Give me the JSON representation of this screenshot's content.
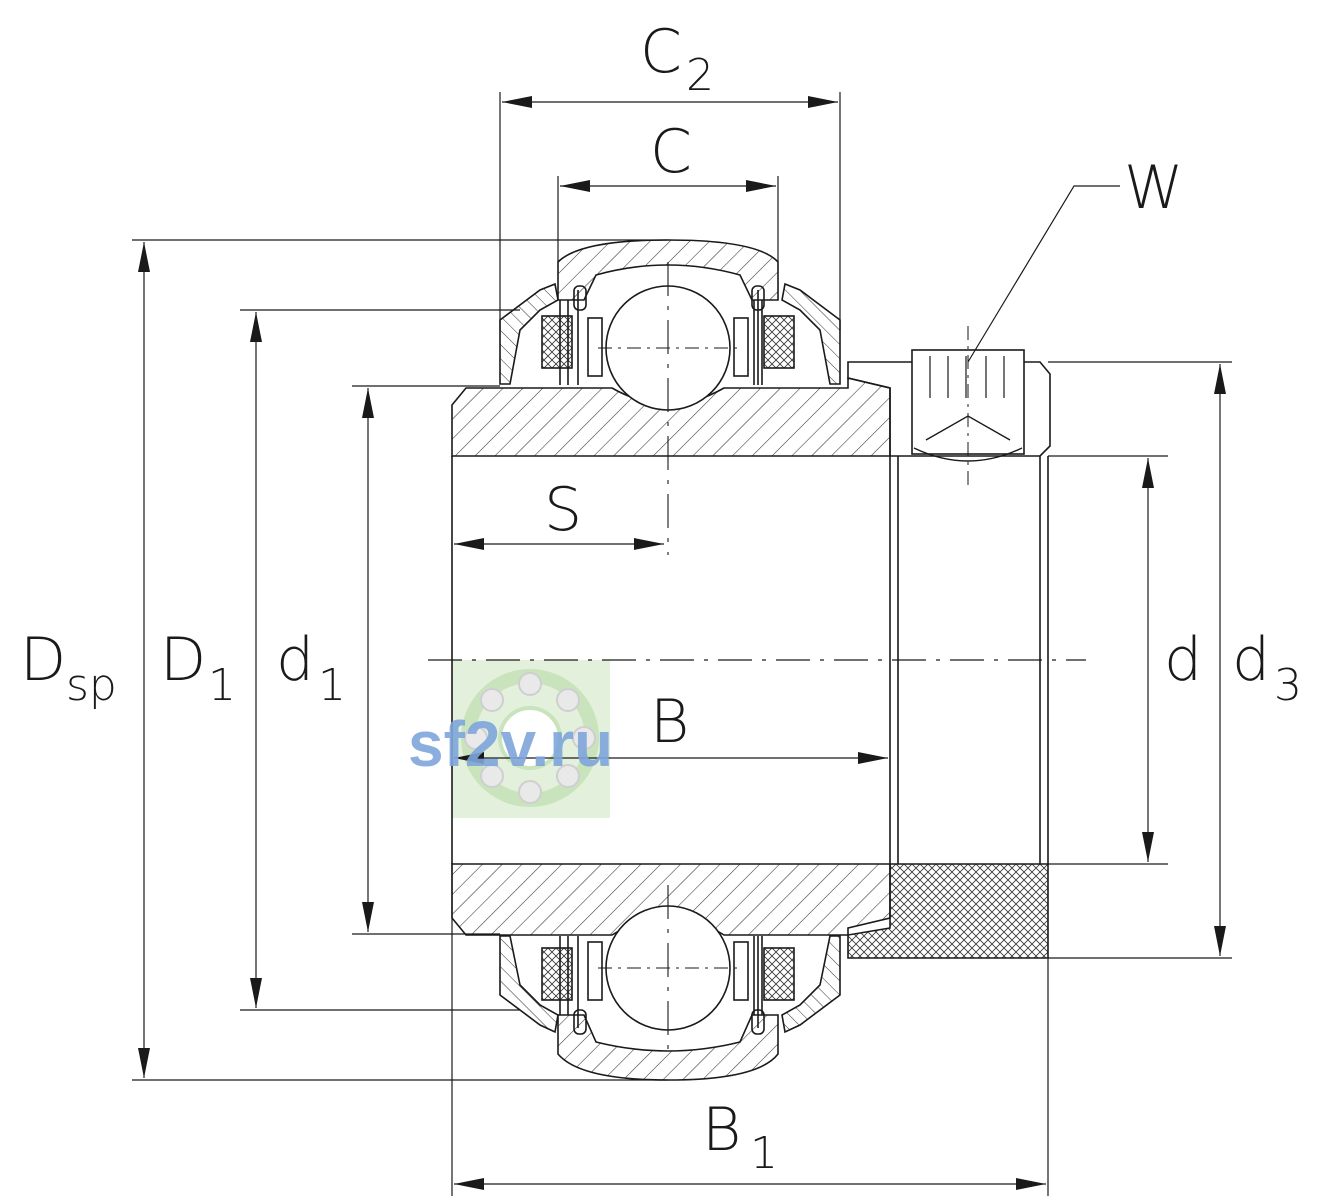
{
  "labels": {
    "C2": {
      "main": "C",
      "sub": "2"
    },
    "C": {
      "main": "C"
    },
    "W": {
      "main": "W"
    },
    "S": {
      "main": "S"
    },
    "B": {
      "main": "B"
    },
    "B1": {
      "main": "B",
      "sub": "1"
    },
    "Dsp": {
      "main": "D",
      "sub": "sp"
    },
    "D1": {
      "main": "D",
      "sub": "1"
    },
    "d1": {
      "main": "d",
      "sub": "1"
    },
    "d": {
      "main": "d"
    },
    "d3": {
      "main": "d",
      "sub": "3"
    }
  },
  "watermark": {
    "text": "sf2v.ru"
  },
  "colors": {
    "line": "#1a1a1a",
    "hatch": "#333333",
    "watermark_text": "#7fa6db",
    "watermark_logo": "#c9e3bd"
  }
}
